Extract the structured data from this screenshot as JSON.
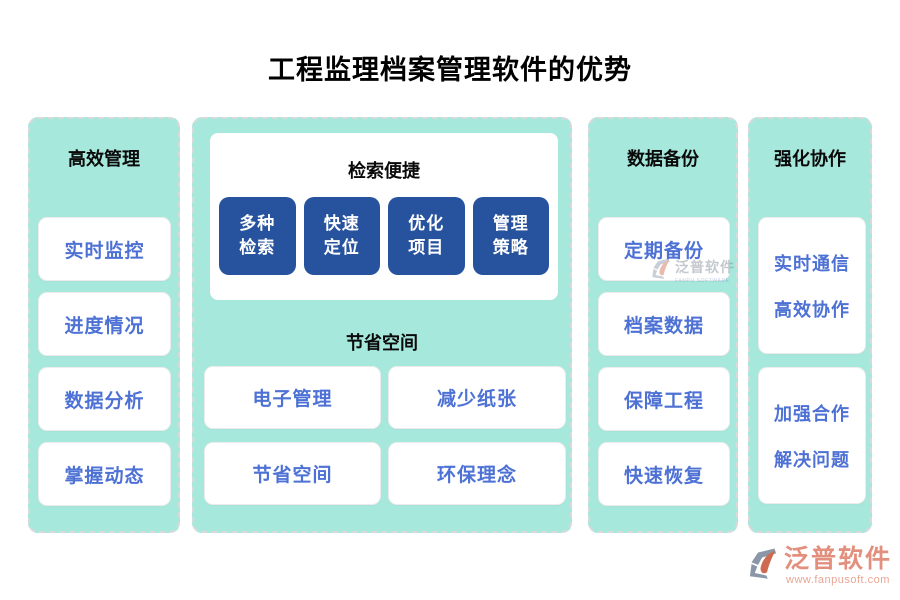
{
  "title": "工程监理档案管理软件的优势",
  "left_column": {
    "header": "高效管理",
    "items": [
      "实时监控",
      "进度情况",
      "数据分析",
      "掌握动态"
    ]
  },
  "center_column": {
    "search_card": {
      "header": "检索便捷",
      "tiles": [
        {
          "line1": "多种",
          "line2": "检索"
        },
        {
          "line1": "快速",
          "line2": "定位"
        },
        {
          "line1": "优化",
          "line2": "项目"
        },
        {
          "line1": "管理",
          "line2": "策略"
        }
      ]
    },
    "space_section": {
      "header": "节省空间",
      "items": [
        "电子管理",
        "减少纸张",
        "节省空间",
        "环保理念"
      ]
    }
  },
  "backup_column": {
    "header": "数据备份",
    "items": [
      "定期备份",
      "档案数据",
      "保障工程",
      "快速恢复"
    ]
  },
  "collab_column": {
    "header": "强化协作",
    "boxes": [
      {
        "line1": "实时通信",
        "line2": "高效协作"
      },
      {
        "line1": "加强合作",
        "line2": "解决问题"
      }
    ]
  },
  "watermark": {
    "brand": "泛普软件",
    "caption": "FANPU SOFTWARE"
  },
  "footer_logo": {
    "brand": "泛普软件",
    "website": "www.fanpusoft.com"
  },
  "colors": {
    "panel_mint": "#a7e8dd",
    "tile_navy": "#27529d",
    "item_text_blue": "#4d71d4",
    "heading_black": "#0a0a0a",
    "logo_salmon": "#e38f7d",
    "logo_url_salmon": "#e8a694",
    "logo_icon_gray": "#8b96a7",
    "logo_icon_orange": "#ce6a4f"
  }
}
